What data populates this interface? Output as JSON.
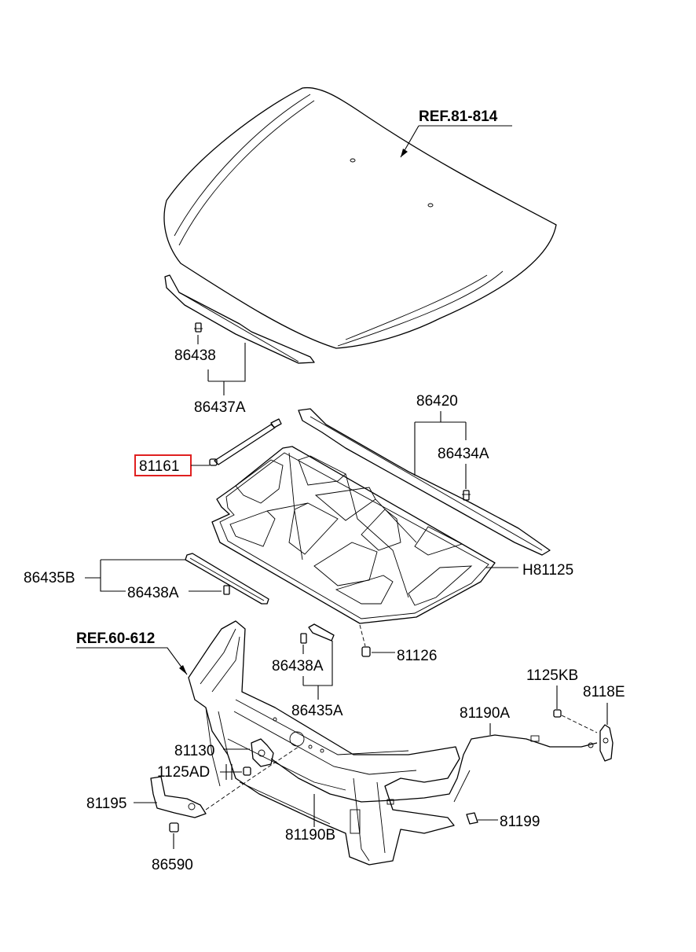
{
  "references": {
    "hood_panel": "REF.81-814",
    "front_end_module": "REF.60-612"
  },
  "part_labels": {
    "p86438": "86438",
    "p86437A": "86437A",
    "p86420": "86420",
    "p86434A": "86434A",
    "p81161": "81161",
    "pH81125": "H81125",
    "p86435B": "86435B",
    "p86438A_left": "86438A",
    "p81126": "81126",
    "p86438A_center": "86438A",
    "p86435A": "86435A",
    "p1125KB": "1125KB",
    "p8118E": "8118E",
    "p81190A": "81190A",
    "p81130": "81130",
    "p1125AD": "1125AD",
    "p81195": "81195",
    "p81199": "81199",
    "p81190B": "81190B",
    "p86590": "86590"
  },
  "highlighted_part": "81161",
  "colors": {
    "line": "#000000",
    "highlight": "#e02020",
    "background": "#ffffff"
  }
}
